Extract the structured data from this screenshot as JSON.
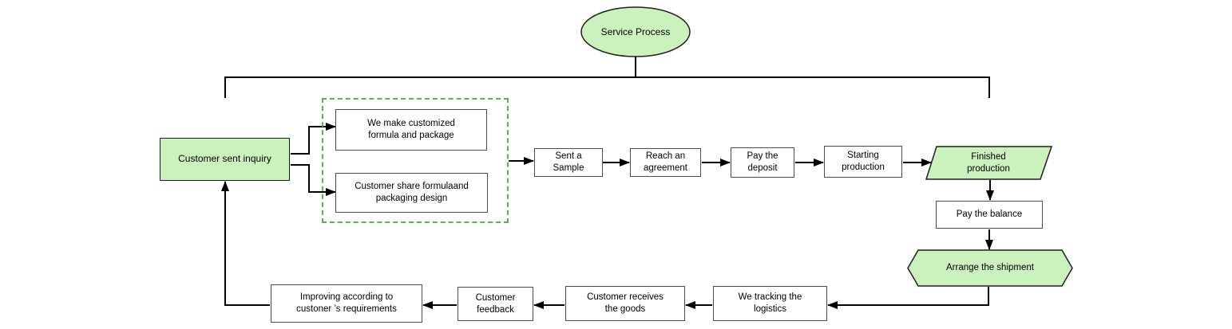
{
  "colors": {
    "shape_fill_green": "#cbf1bc",
    "dashed_border_green": "#53b948",
    "white_box_border_gray": "#4d4d4d",
    "green_shape_border_dark": "#1f1f1f",
    "connector_line_black": "#000000"
  },
  "flowchart": {
    "title": "Service Process",
    "nodes": {
      "inquiry": [
        "Customer sent inquiry"
      ],
      "make_formula": [
        "We make customized",
        "formula and package"
      ],
      "share_formula": [
        "Customer share formulaand",
        "packaging design"
      ],
      "sample": [
        "Sent a",
        "Sample"
      ],
      "agreement": [
        "Reach an",
        "agreement"
      ],
      "deposit": [
        "Pay the",
        "deposit"
      ],
      "production_start": [
        "Starting",
        "production"
      ],
      "production_finished": [
        "Finished",
        "production"
      ],
      "balance": [
        "Pay the balance"
      ],
      "shipment": [
        "Arrange the shipment"
      ],
      "logistics": [
        "We tracking the",
        "logistics"
      ],
      "receive": [
        "Customer receives",
        "the goods"
      ],
      "feedback": [
        "Customer",
        "feedback"
      ],
      "improve": [
        "Improving according to",
        "custoner ’s requirements"
      ]
    }
  }
}
